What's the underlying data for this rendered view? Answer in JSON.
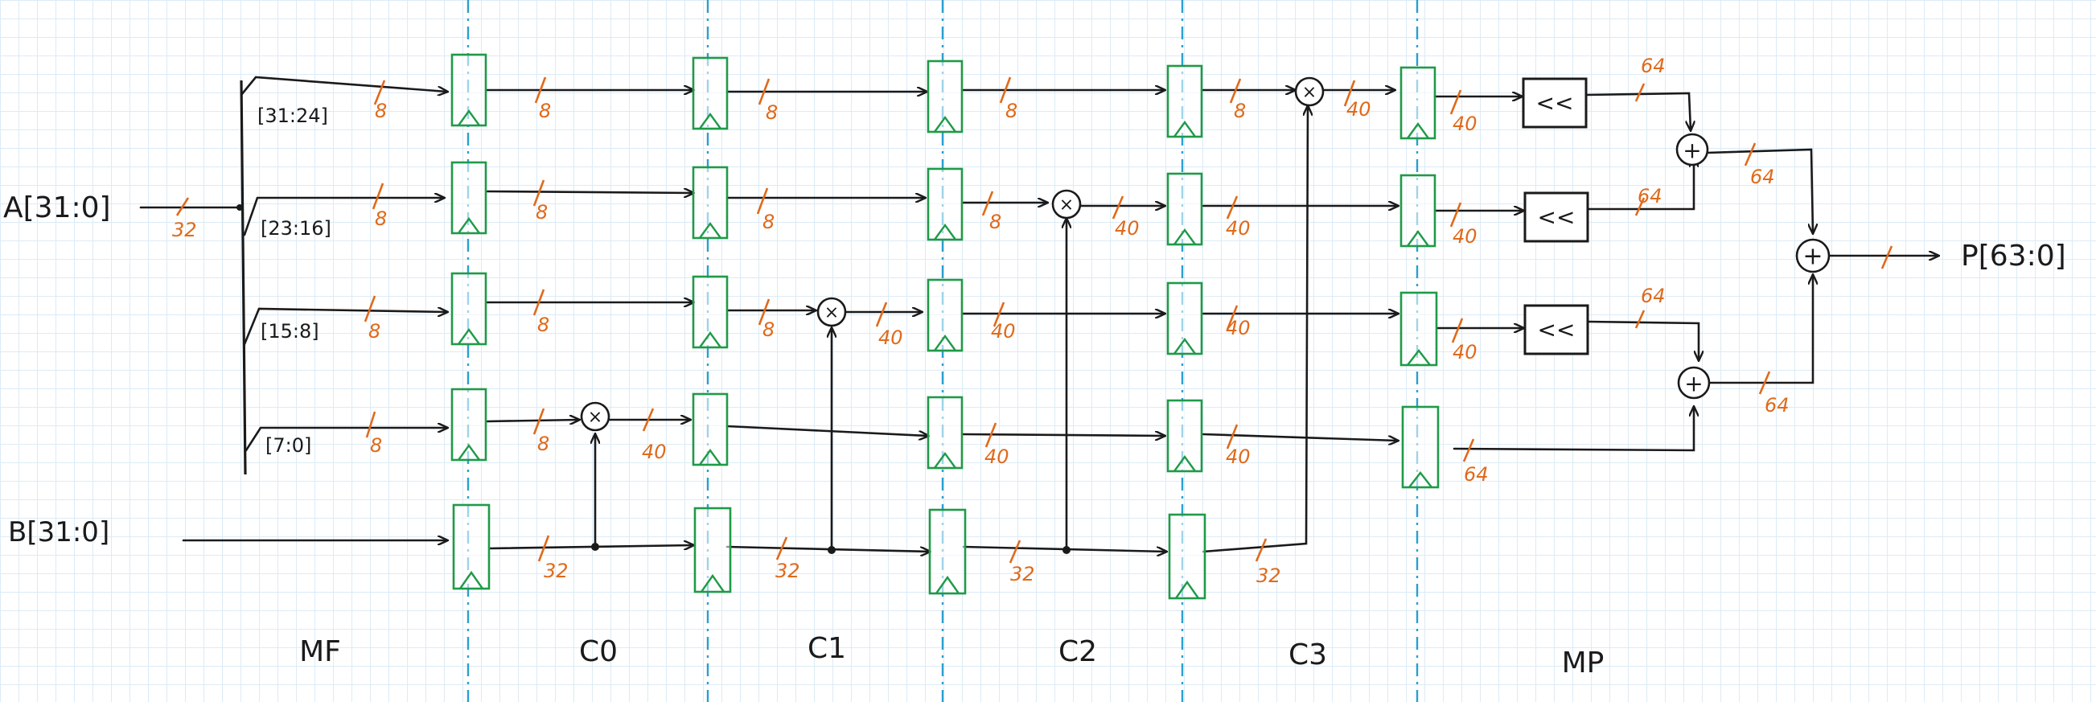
{
  "inputs": {
    "a": "A[31:0]",
    "b": "B[31:0]"
  },
  "output": "P[63:0]",
  "slices": [
    "[31:24]",
    "[23:16]",
    "[15:8]",
    "[7:0]"
  ],
  "stages": [
    "MF",
    "C0",
    "C1",
    "C2",
    "C3",
    "MP"
  ],
  "operators": {
    "multiply": "×",
    "add": "+",
    "shift": "<<"
  },
  "bus_widths": [
    "32",
    "8",
    "8",
    "8",
    "8",
    "8",
    "8",
    "8",
    "8",
    "32",
    "8",
    "8",
    "8",
    "40",
    "32",
    "8",
    "8",
    "40",
    "40",
    "40",
    "32",
    "8",
    "40",
    "40",
    "40",
    "40",
    "32",
    "40",
    "40",
    "40",
    "40",
    "64",
    "64",
    "64",
    "64",
    "64",
    "64"
  ]
}
